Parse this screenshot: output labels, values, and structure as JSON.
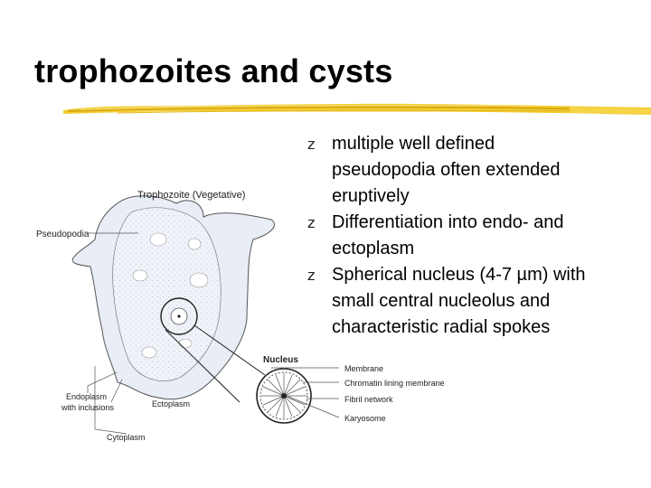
{
  "slide": {
    "title": "trophozoites and cysts",
    "bullets": [
      {
        "marker_icon": "z-bullet-icon",
        "text_lines": [
          "multiple well defined",
          "pseudopodia often extended",
          "eruptively"
        ]
      },
      {
        "marker_icon": "z-bullet-icon",
        "text_lines": [
          "Differentiation into endo- and",
          "ectoplasm"
        ]
      },
      {
        "marker_icon": "z-bullet-icon",
        "text_lines": [
          "Spherical nucleus (4-7 µm) with",
          "small central nucleolus and",
          "characteristic radial spokes"
        ]
      }
    ],
    "bullet_marker": "z"
  },
  "figure": {
    "heading": "Trophozoite (Vegetative)",
    "labels": {
      "pseudopodia": "Pseudopodia",
      "nucleus": "Nucleus",
      "membrane": "Membrane",
      "chromatin": "Chromatin lining membrane",
      "fibril": "Fibril network",
      "karyosome": "Karyosome",
      "endoplasm_line1": "Endoplasm",
      "endoplasm_line2": "with inclusions",
      "ectoplasm": "Ectoplasm",
      "cytoplasm": "Cytoplasm"
    }
  },
  "colors": {
    "underline": "#f2cc30",
    "underline_dark": "#d9a912",
    "cell_fill": "#e9edf5",
    "endoplasm_fill": "#f7f8fb",
    "line": "#444444"
  }
}
